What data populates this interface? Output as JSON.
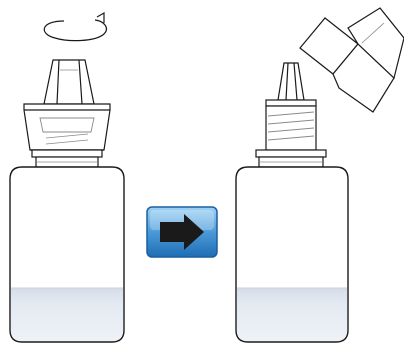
{
  "diagram": {
    "steps": [
      {
        "id": "twist-cap",
        "icon": "rotate-arrow-icon",
        "state": "cap-on"
      },
      {
        "id": "cap-removed",
        "icon": "cap-off-icon",
        "state": "cap-off"
      }
    ],
    "transition_icon": "arrow-right-button-icon",
    "colors": {
      "outline": "#1a1a1a",
      "liquid": "#dfe6ef",
      "liquid_edge": "#c9d3df",
      "arrow_button_top": "#7fc0ee",
      "arrow_button_bottom": "#1f6db3",
      "arrow_fill": "#1a1a1a"
    }
  }
}
